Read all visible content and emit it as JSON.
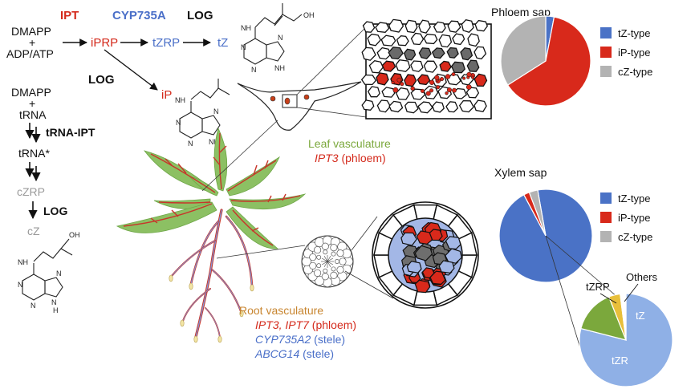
{
  "colors": {
    "red": "#d42a1c",
    "blue": "#4a6fc8",
    "grey": "#a0a0a0",
    "green": "#7ba83c",
    "leaf": "#8cc063",
    "orange": "#c8852f",
    "yellow": "#e8bf3a",
    "tZ_type": "#4a72c6",
    "iP_type": "#d8291b",
    "cZ_type": "#b3b3b3",
    "stele_blue": "#a3b7e6"
  },
  "pathway": {
    "ipt": "IPT",
    "cyp": "CYP735A",
    "log_top": "LOG",
    "dmapp1": "DMAPP",
    "plus1": "+",
    "adp_atp": "ADP/ATP",
    "iprp": "iPRP",
    "tzrp": "tZRP",
    "tz": "tZ",
    "oh_top": "OH",
    "log_mid": "LOG",
    "ip": "iP",
    "dmapp2": "DMAPP",
    "plus2": "+",
    "trna": "tRNA",
    "trna_ipt": "tRNA-IPT",
    "trna_star": "tRNA*",
    "czrp": "cZRP",
    "log_low": "LOG",
    "cz": "cZ",
    "oh_bottom": "OH"
  },
  "structures": {
    "nh_top": "NH",
    "n_atom": "N",
    "nh_ip": "NH",
    "nh_cz": "NH",
    "h_ring": "H"
  },
  "plant": {
    "leaf_title": "Leaf vasculature",
    "leaf_gene": "IPT3",
    "leaf_gene_suffix": " (phloem)",
    "root_title": "Root vasculature",
    "root_line1_genes": "IPT3, IPT7",
    "root_line1_suffix": " (phloem)",
    "root_line2_gene": "CYP735A2",
    "root_line2_suffix": " (stele)",
    "root_line3_gene": "ABCG14",
    "root_line3_suffix": " (stele)"
  },
  "chart_data": [
    {
      "type": "pie",
      "title": "Phloem sap",
      "categories": [
        "tZ-type",
        "iP-type",
        "cZ-type"
      ],
      "values": [
        3,
        63,
        34
      ],
      "legend": "right"
    },
    {
      "type": "pie",
      "title": "Xylem sap",
      "categories": [
        "tZ-type",
        "iP-type",
        "cZ-type"
      ],
      "values": [
        95,
        2,
        3
      ],
      "legend": "right"
    },
    {
      "type": "pie",
      "title": "",
      "categories": [
        "tZR",
        "tZ",
        "tZRP",
        "Others"
      ],
      "values": [
        79,
        15,
        4,
        2
      ],
      "legend": "none"
    }
  ]
}
